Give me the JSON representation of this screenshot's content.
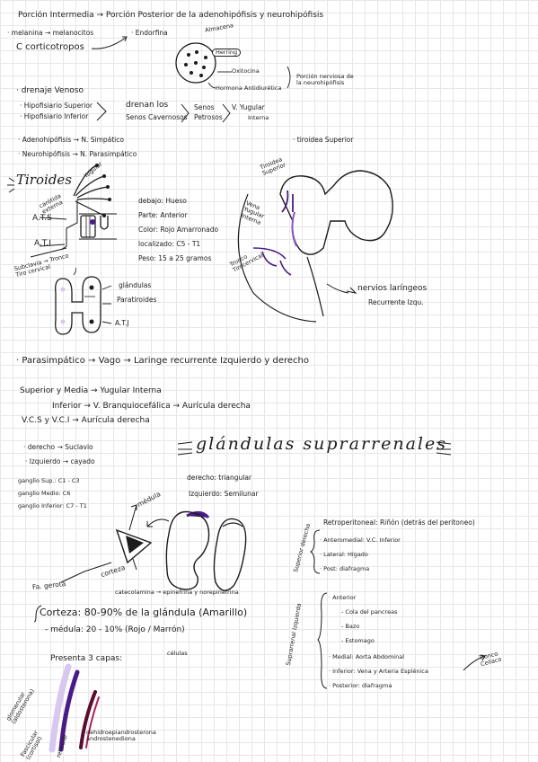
{
  "hipofisis": {
    "intermedia_line": "Porción Intermedia → Porción Posterior de la adenohipófisis y neurohipófisis",
    "melanina_line": "· melanina → melanocitos",
    "endorfina": "· Endorfina",
    "corticotropos": "C corticotropos",
    "almacena": "Almacena",
    "herring": "Herring",
    "oxitocina": "Oxitocina",
    "antidiuretica": "Hormona Antidiurética",
    "porcion_nerviosa": "Porción nerviosa de la neurohipófisis"
  },
  "drenaje": {
    "heading": "· drenaje Venoso",
    "sup": "· Hipofisiario Superior",
    "inf": "· Hipofisiario Inferior",
    "drenan_1": "drenan los",
    "drenan_2": "Senos Cavernosos",
    "senos_1": "Senos",
    "senos_2": "Petrosos",
    "vy_1": "V. Yugular",
    "vy_2": "Interna"
  },
  "inervacion": {
    "adeno": "· Adenohipófisis → N. Simpático",
    "neuro": "· Neurohipófisis → N. Parasimpático",
    "tiroidea_sup": "· tiroidea Superior"
  },
  "tiroides": {
    "title": "Tiroides",
    "lbl_ats": "A.T.S",
    "lbl_ati": "A.T.I",
    "subclavia": "Subclavia → Tronco Tiro cervical",
    "carotida": "carótida externa",
    "yugular_sup": "Yugular",
    "facts": [
      "debajo: Hueso",
      "Parte: Anterior",
      "Color: Rojo Amarronado",
      "localizado: C5 - T1",
      "Peso: 15 a 25 gramos"
    ],
    "glandulas": "glándulas",
    "paratiroides": "Paratiroides",
    "atj": "A.T.J",
    "vena_tiroidea_sup": "Tiroidea Superior",
    "vena_yugular_interna": "Vena Yugular Interna",
    "tronco_tirocervical": "Tronco Tirocervical",
    "nervios_1": "nervios laríngeos",
    "nervios_2": "Recurrente Izqu."
  },
  "drenaje_tiroides": {
    "para": "· Parasimpático → Vago → Laringe recurrente Izquierdo y derecho",
    "sup_media": "Superior y Media → Yugular Interna",
    "inferior": "Inferior → V. Branquiocefálica → Aurícula derecha",
    "vcs": "V.C.S y V.C.I → Aurícula derecha"
  },
  "suprarrenales": {
    "title": "glándulas suprarrenales",
    "derecho_sub": "· derecho → Suclavio",
    "izquierdo_cay": "· Izquierdo → cayado",
    "ganglios": [
      "ganglio Sup.: C1 - C3",
      "ganglio Medio: C6",
      "ganglio Inferior: C7 - T1"
    ],
    "derecho": "derecho: triangular",
    "izquierdo": "Izquierdo: Semilunar",
    "medula": "médula",
    "corteza": "corteza",
    "fa_gerota": "Fa. gerota",
    "catecolamina": "catecolamina → epinefrina y norepinefrina",
    "retro": "Retroperitoneal: Riñón (detrás del peritoneo)",
    "sup_derecha": "Superior derecha",
    "der_items": [
      "· Anteromedial: V.C. Inferior",
      "· Lateral: Hígado",
      "· Post: diafragma"
    ],
    "sup_izquierda": "Suprarrenal Izquierda",
    "izq_anterior": "· Anterior",
    "izq_sub": [
      "- Cola del pancreas",
      "- Bazo",
      "- Estomago"
    ],
    "izq_items": [
      "· Medial: Aorta Abdominal",
      "· Inferior: Vena y Arteria Esplénica",
      "· Posterior: diafragma"
    ],
    "tronco_celiaco": "Tronco Celíaco",
    "corteza_pct": "Corteza: 80-90% de la glándula (Amarillo)",
    "medula_pct": "- médula: 20 - 10% (Rojo / Marrón)",
    "capas": "Presenta 3 capas:",
    "celulas": "células",
    "capa_glomerular": "glomerular (aldosterona)",
    "capa_fascicular": "Fascicular (cortisol)",
    "capa_reticular": "reticular",
    "dhea": "dehidroepiandrosterona androstenediona"
  },
  "colors": {
    "purple_dark": "#4b1a86",
    "purple_mid": "#8d55c8",
    "lavender": "#d8c7ef",
    "maroon": "#5a0d2e",
    "pink": "#a8235c"
  }
}
